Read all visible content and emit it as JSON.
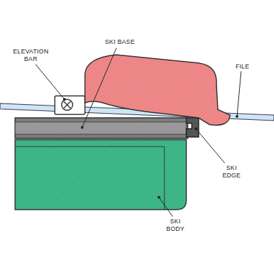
{
  "diagram": {
    "labels": [
      "ELEVATION BAR",
      "SKI BASE",
      "FILE",
      "SKI EDGE",
      "SKI BODY"
    ]
  }
}
